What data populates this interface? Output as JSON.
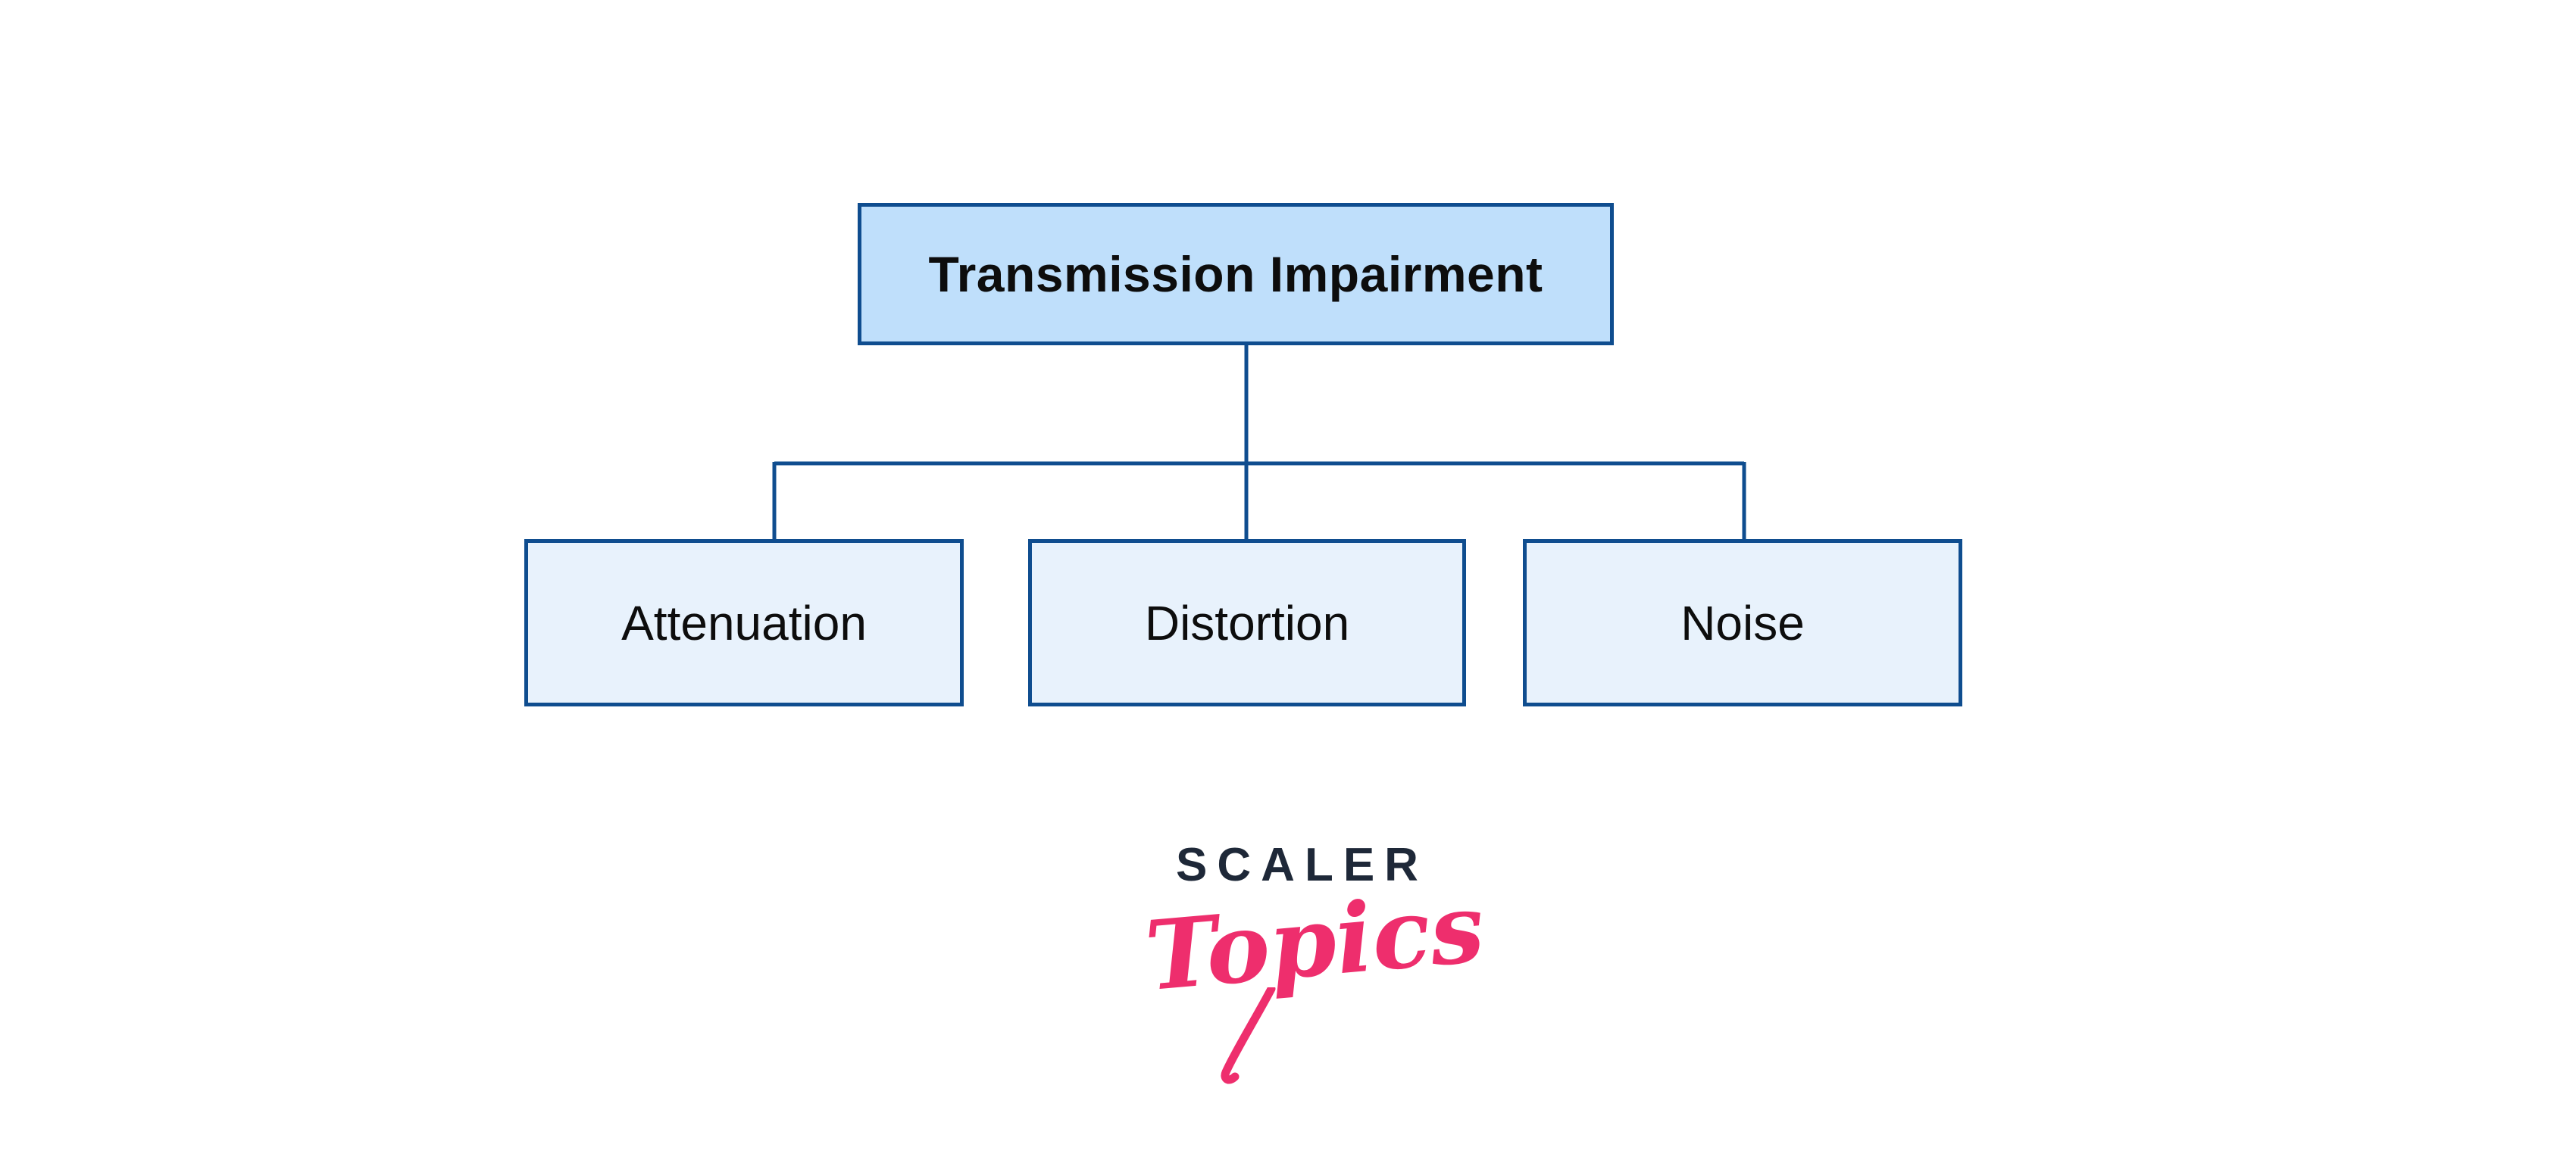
{
  "diagram": {
    "root": {
      "label": "Transmission Impairment"
    },
    "children": [
      {
        "label": "Attenuation"
      },
      {
        "label": "Distortion"
      },
      {
        "label": "Noise"
      }
    ]
  },
  "logo": {
    "brand": "SCALER",
    "sub": "Topics"
  },
  "colors": {
    "root_fill": "#bfdffb",
    "child_fill": "#e8f2fc",
    "stroke": "#0f4d8f",
    "label_text": "#0d0d0d",
    "brand_navy": "#1e2838",
    "brand_pink": "#ee2e6d",
    "background": "#ffffff"
  }
}
